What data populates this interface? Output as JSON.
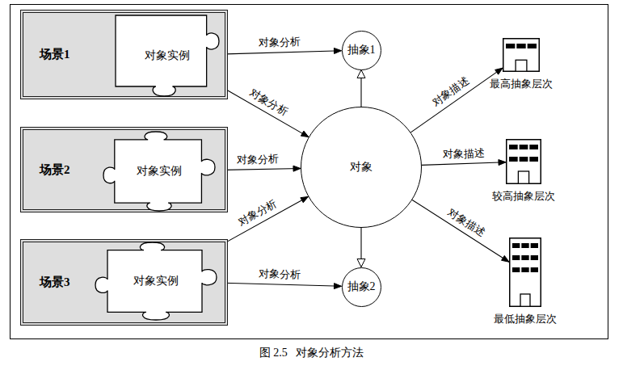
{
  "diagram": {
    "caption": "图 2.5   对象分析方法",
    "nodes": [
      {
        "text": [
          "场景1"
        ]
      },
      {
        "text": [
          "对象实例"
        ],
        "in": 0
      },
      {
        "text": [
          "场景2"
        ]
      },
      {
        "text": [
          "对象实例"
        ],
        "in": 2
      },
      {
        "text": [
          "场景3"
        ]
      },
      {
        "text": [
          "对象实例"
        ],
        "in": 4
      },
      {
        "text": [
          "抽象1"
        ]
      },
      {
        "text": [
          "对象"
        ]
      },
      {
        "text": [
          "抽象2"
        ]
      },
      {
        "text": [
          "最高抽象层次"
        ]
      },
      {
        "text": [
          "较高抽象层次"
        ]
      },
      {
        "text": [
          "最低抽象层次"
        ]
      }
    ],
    "edges": [
      {
        "from": 1,
        "to": 6,
        "label": "对象分析",
        "arrow": "to"
      },
      {
        "from": 1,
        "to": 7,
        "label": "对象分析",
        "arrow": "to"
      },
      {
        "from": 3,
        "to": 7,
        "label": "对象分析",
        "arrow": "to"
      },
      {
        "from": 5,
        "to": 7,
        "label": "对象分析",
        "arrow": "to"
      },
      {
        "from": 5,
        "to": 8,
        "label": "对象分析",
        "arrow": "to"
      },
      {
        "from": 7,
        "to": 6,
        "arrow": "to"
      },
      {
        "from": 7,
        "to": 8,
        "arrow": "to"
      },
      {
        "from": 7,
        "to": 9,
        "label": "对象描述",
        "arrow": "to"
      },
      {
        "from": 7,
        "to": 10,
        "label": "对象描述",
        "arrow": "to"
      },
      {
        "from": 7,
        "to": 11,
        "label": "对象描述",
        "arrow": "to"
      }
    ]
  }
}
